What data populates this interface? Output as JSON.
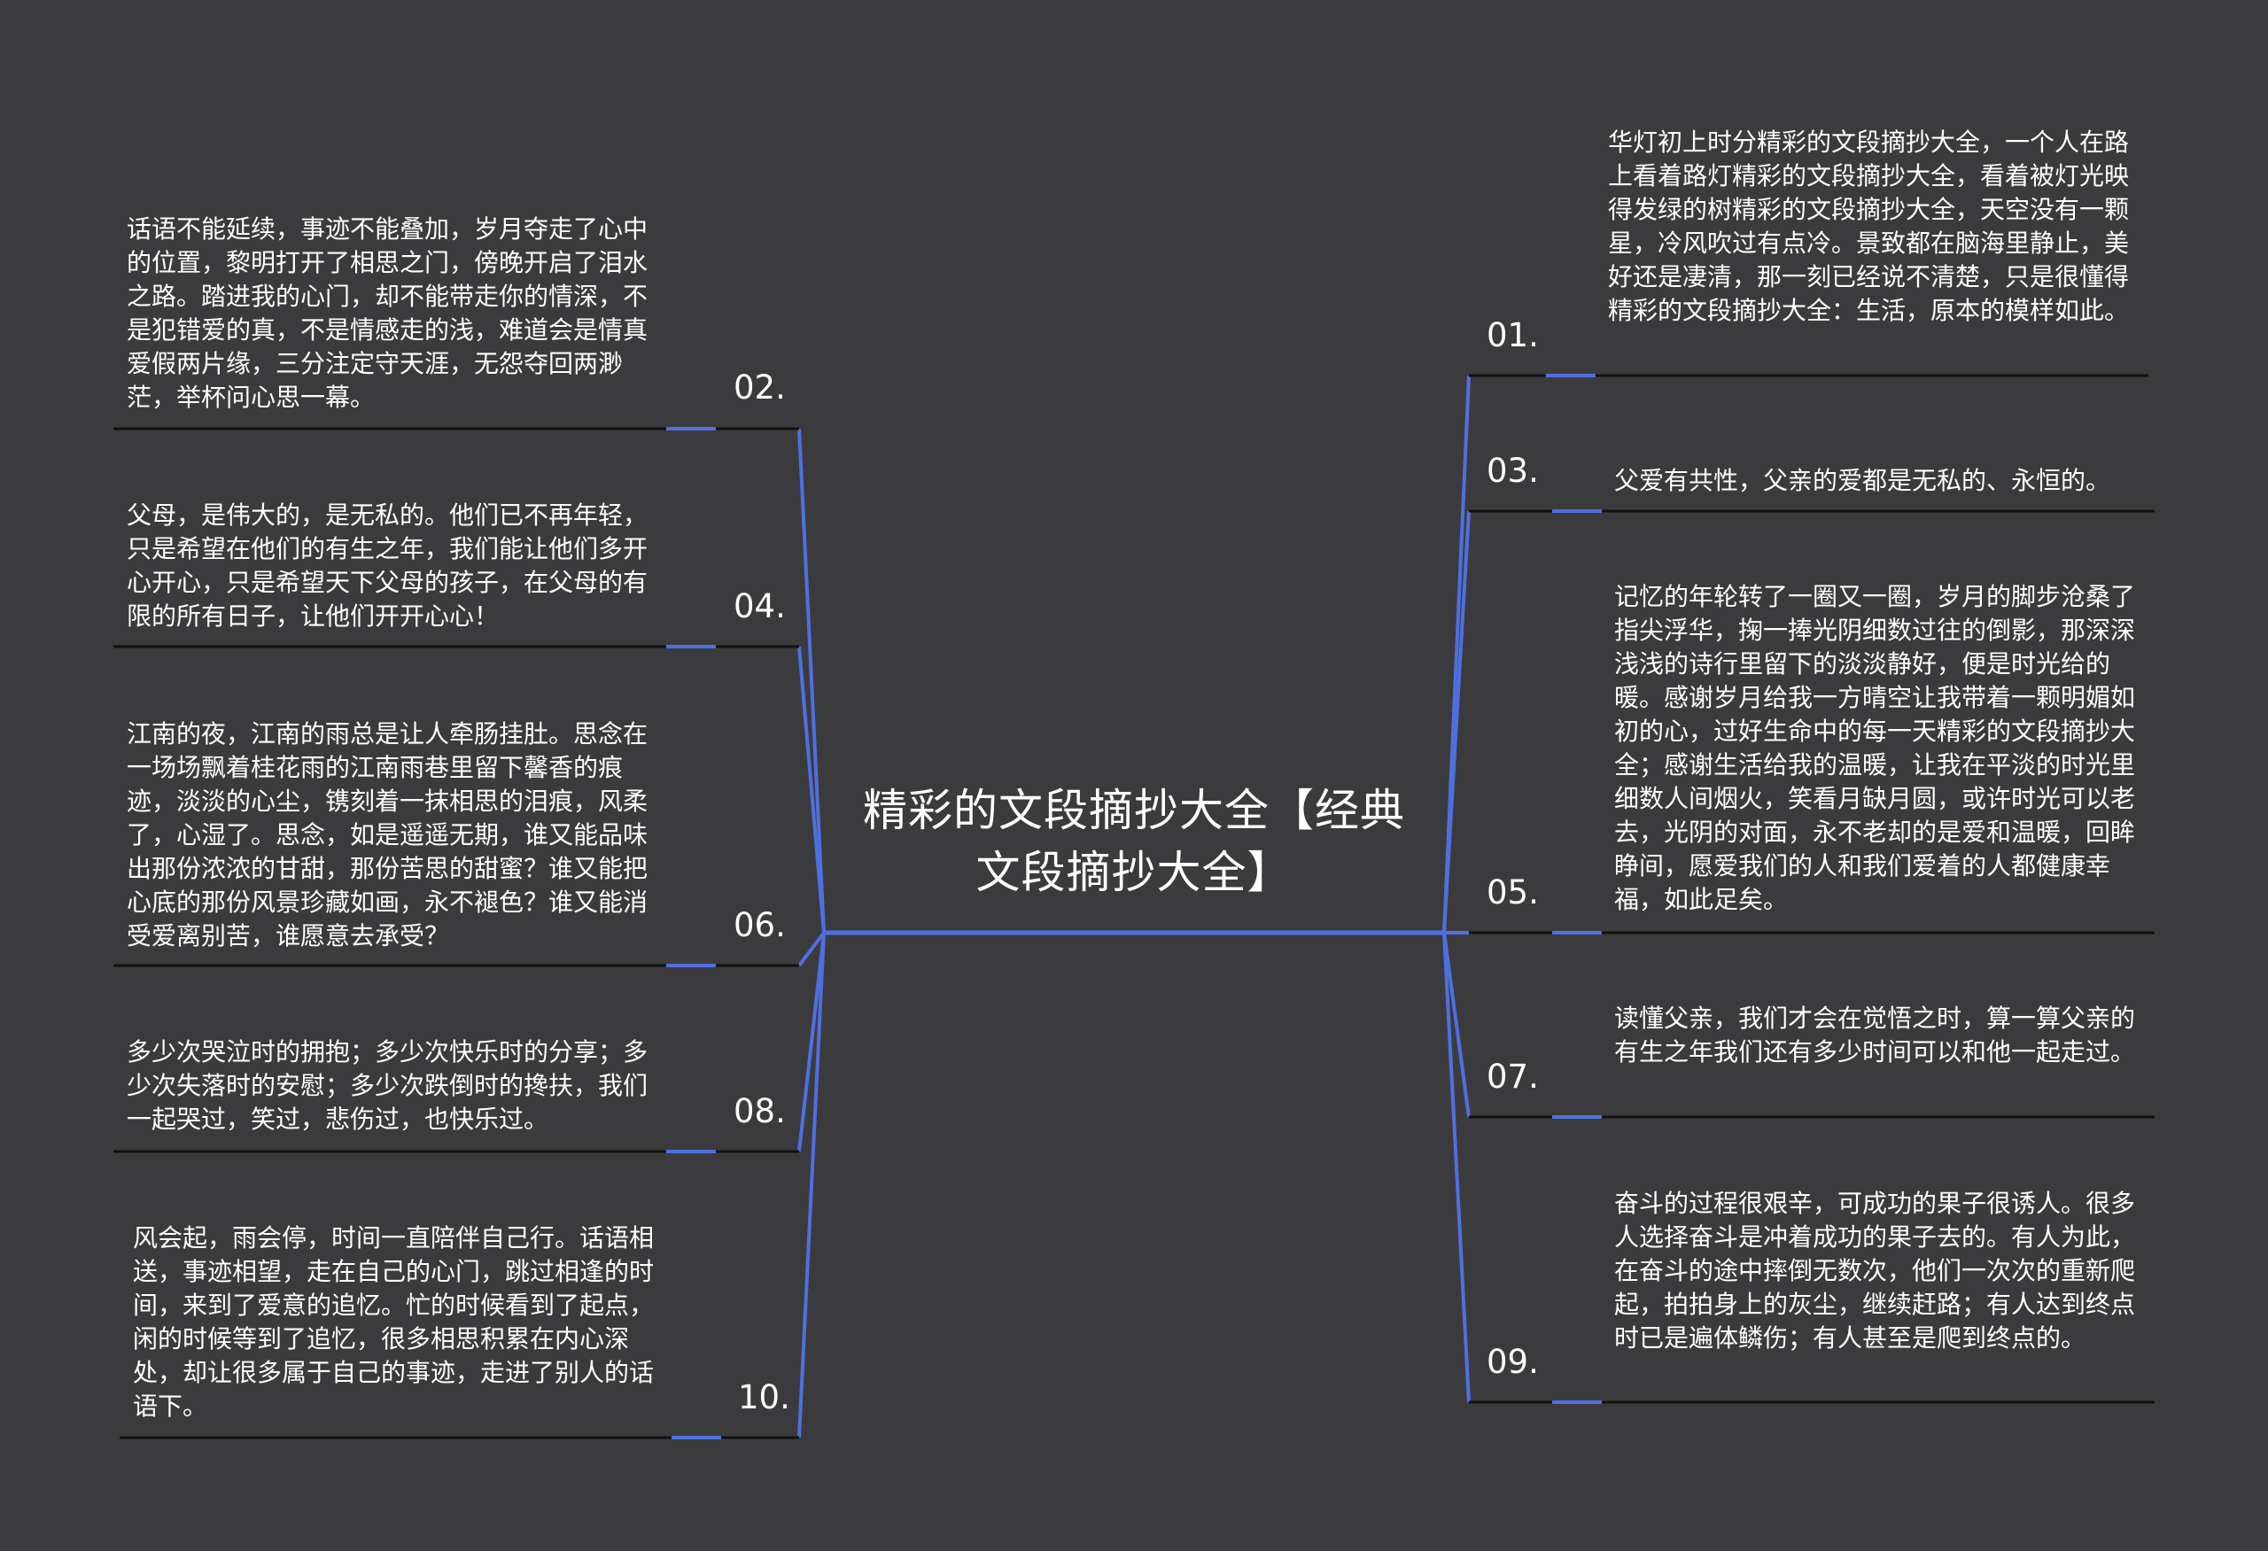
{
  "map": {
    "central_topic": "精彩的文段摘抄大全【经典文段摘抄大全】",
    "colors": {
      "background": "#3b3b3d",
      "connector": "#4f6fe0",
      "underline": "#111111",
      "text": "#ffffff"
    },
    "branches": [
      {
        "num": "01.",
        "text": "华灯初上时分精彩的文段摘抄大全，一个人在路上看着路灯精彩的文段摘抄大全，看着被灯光映得发绿的树精彩的文段摘抄大全，天空没有一颗星，冷风吹过有点冷。景致都在脑海里静止，美好还是凄清，那一刻已经说不清楚，只是很懂得精彩的文段摘抄大全：生活，原本的模样如此。"
      },
      {
        "num": "02.",
        "text": "话语不能延续，事迹不能叠加，岁月夺走了心中的位置，黎明打开了相思之门，傍晚开启了泪水之路。踏进我的心门，却不能带走你的情深，不是犯错爱的真，不是情感走的浅，难道会是情真爱假两片缘，三分注定守天涯，无怨夺回两渺茫，举杯问心思一幕。"
      },
      {
        "num": "03.",
        "text": "父爱有共性，父亲的爱都是无私的、永恒的。"
      },
      {
        "num": "04.",
        "text": "父母，是伟大的，是无私的。他们已不再年轻，只是希望在他们的有生之年，我们能让他们多开心开心，只是希望天下父母的孩子，在父母的有限的所有日子，让他们开开心心！"
      },
      {
        "num": "05.",
        "text": "记忆的年轮转了一圈又一圈，岁月的脚步沧桑了指尖浮华，掬一捧光阴细数过往的倒影，那深深浅浅的诗行里留下的淡淡静好，便是时光给的暖。感谢岁月给我一方晴空让我带着一颗明媚如初的心，过好生命中的每一天精彩的文段摘抄大全；感谢生活给我的温暖，让我在平淡的时光里细数人间烟火，笑看月缺月圆，或许时光可以老去，光阴的对面，永不老却的是爱和温暖，回眸睁间，愿爱我们的人和我们爱着的人都健康幸福，如此足矣。"
      },
      {
        "num": "06.",
        "text": "江南的夜，江南的雨总是让人牵肠挂肚。思念在一场场飘着桂花雨的江南雨巷里留下馨香的痕迹，淡淡的心尘，镌刻着一抹相思的泪痕，风柔了，心湿了。思念，如是遥遥无期，谁又能品味出那份浓浓的甘甜，那份苦思的甜蜜？谁又能把心底的那份风景珍藏如画，永不褪色？谁又能消受爱离别苦，谁愿意去承受？"
      },
      {
        "num": "07.",
        "text": "读懂父亲，我们才会在觉悟之时，算一算父亲的有生之年我们还有多少时间可以和他一起走过。"
      },
      {
        "num": "08.",
        "text": "多少次哭泣时的拥抱；多少次快乐时的分享；多少次失落时的安慰；多少次跌倒时的搀扶，我们一起哭过，笑过，悲伤过，也快乐过。"
      },
      {
        "num": "09.",
        "text": "奋斗的过程很艰辛，可成功的果子很诱人。很多人选择奋斗是冲着成功的果子去的。有人为此，在奋斗的途中摔倒无数次，他们一次次的重新爬起，拍拍身上的灰尘，继续赶路；有人达到终点时已是遍体鳞伤；有人甚至是爬到终点的。"
      },
      {
        "num": "10.",
        "text": "风会起，雨会停，时间一直陪伴自己行。话语相送，事迹相望，走在自己的心门，跳过相逢的时间，来到了爱意的追忆。忙的时候看到了起点，闲的时候等到了追忆，很多相思积累在内心深处，却让很多属于自己的事迹，走进了别人的话语下。"
      }
    ]
  }
}
